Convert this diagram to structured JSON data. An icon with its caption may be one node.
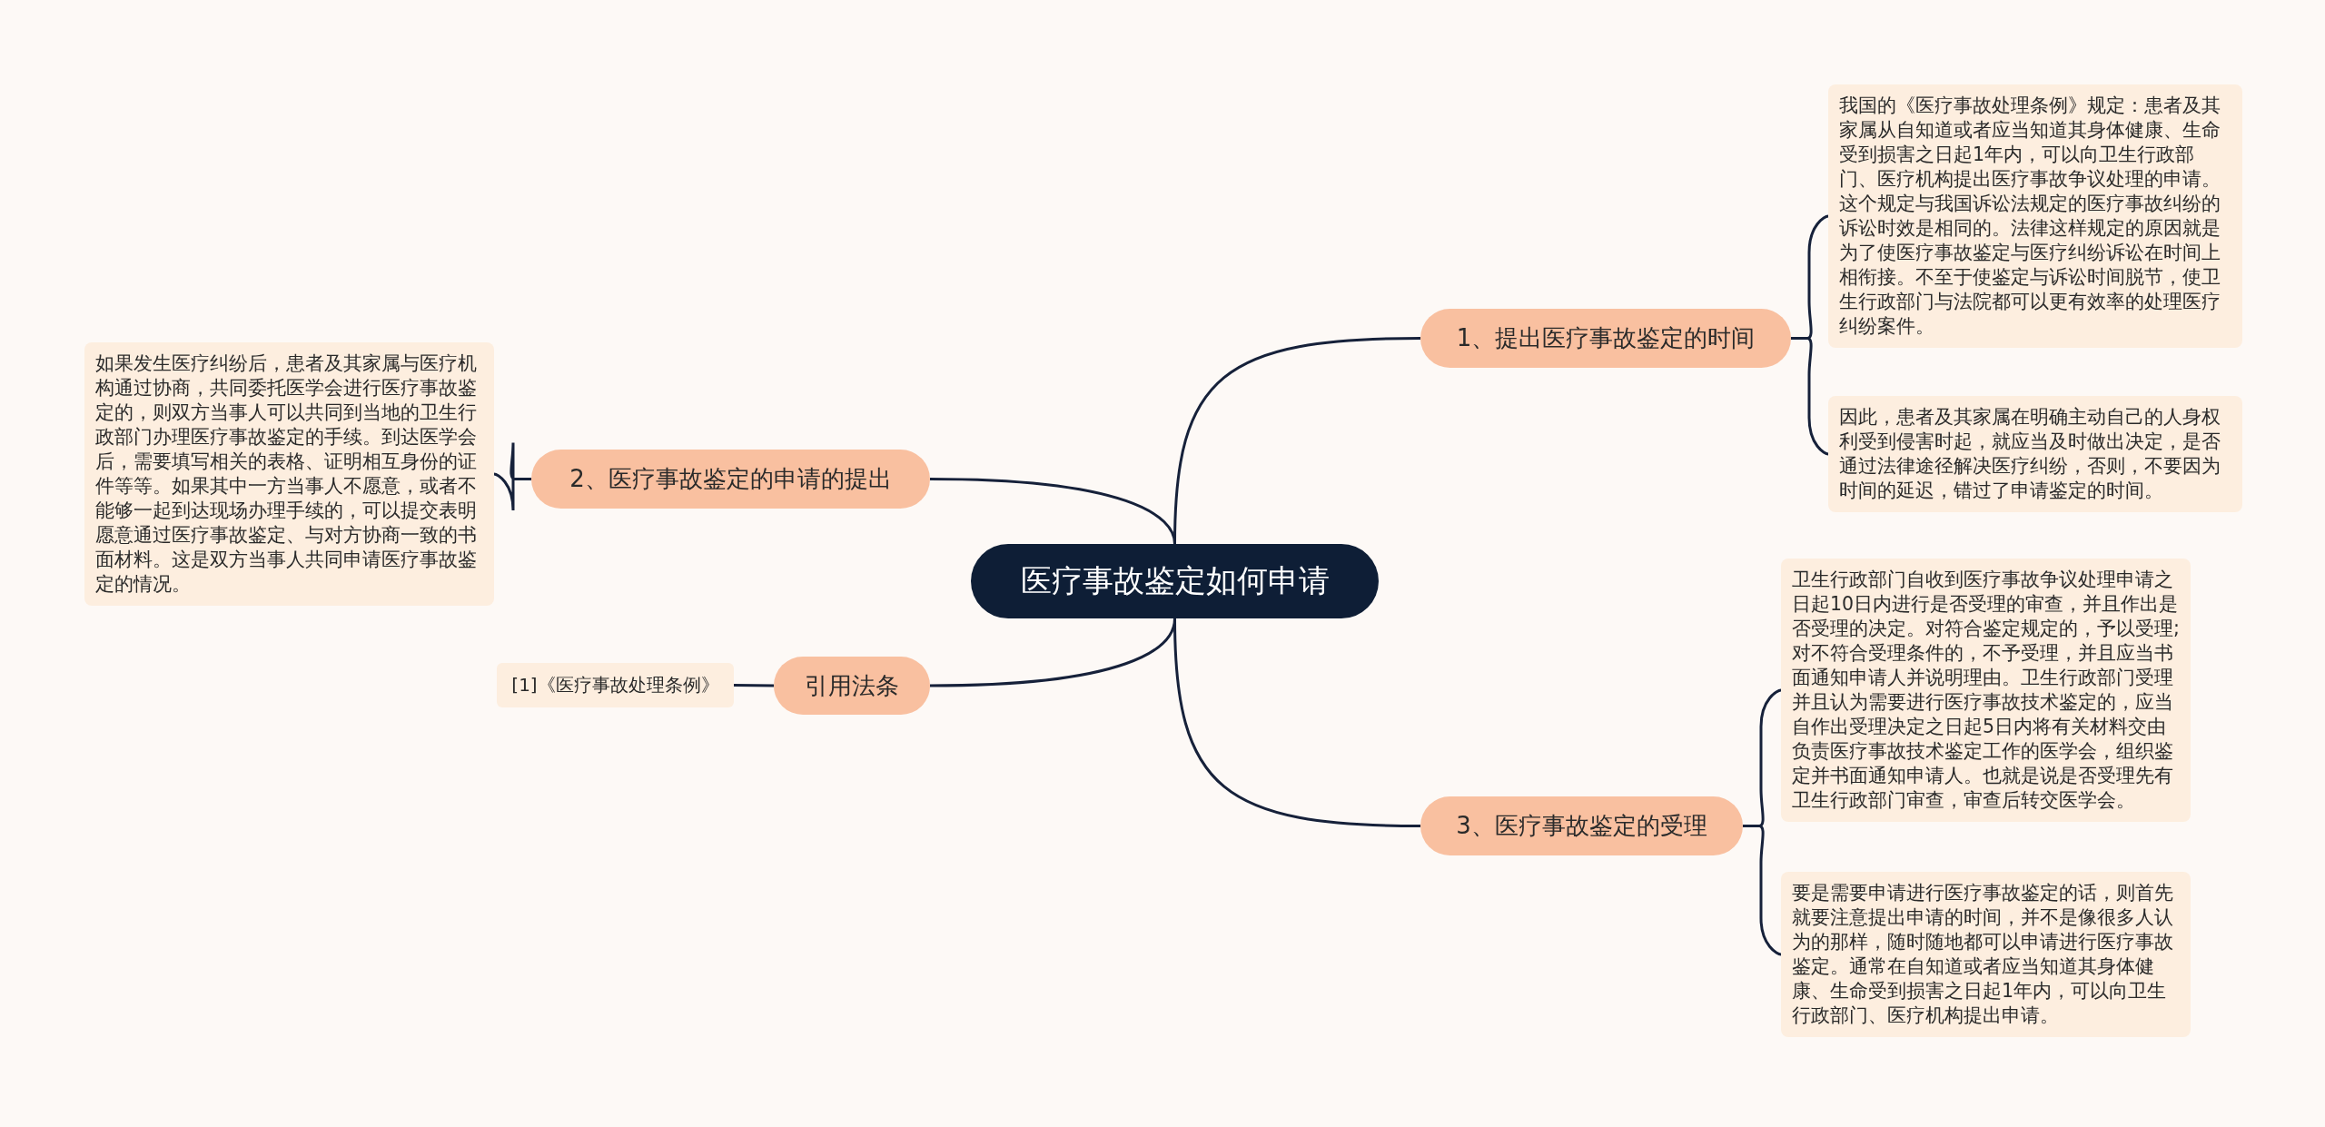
{
  "diagram": {
    "nodes": [
      {
        "text": [
          "医疗事故鉴定如何申请"
        ]
      },
      {
        "text": [
          "1、提出医疗事故鉴定的时间"
        ]
      },
      {
        "text": [
          "我国的《医疗事故处理条例》规定：患者及其家属从自知道或者应当知道其身体健康、生命受到损害之日起1年内，可以向卫生行政部门、医疗机构提出医疗事故争议处理的申请。这个规定与我国诉讼法规定的医疗事故纠纷的诉讼时效是相同的。法律这样规定的原因就是为了使医疗事故鉴定与医疗纠纷诉讼在时间上相衔接。不至于使鉴定与诉讼时间脱节，使卫生行政部门与法院都可以更有效率的处理医疗纠纷案件。"
        ]
      },
      {
        "text": [
          "因此，患者及其家属在明确主动自己的人身权利受到侵害时起，就应当及时做出决定，是否通过法律途径解决医疗纠纷，否则，不要因为时间的延迟，错过了申请鉴定的时间。"
        ]
      },
      {
        "text": [
          "2、医疗事故鉴定的申请的提出"
        ]
      },
      {
        "text": [
          "如果发生医疗纠纷后，患者及其家属与医疗机构通过协商，共同委托医学会进行医疗事故鉴定的，则双方当事人可以共同到当地的卫生行政部门办理医疗事故鉴定的手续。到达医学会后，需要填写相关的表格、证明相互身份的证件等等。如果其中一方当事人不愿意，或者不能够一起到达现场办理手续的，可以提交表明愿意通过医疗事故鉴定、与对方协商一致的书面材料。这是双方当事人共同申请医疗事故鉴定的情况。"
        ]
      },
      {
        "text": [
          "3、医疗事故鉴定的受理"
        ]
      },
      {
        "text": [
          "卫生行政部门自收到医疗事故争议处理申请之日起10日内进行是否受理的审查，并且作出是否受理的决定。对符合鉴定规定的，予以受理;对不符合受理条件的，不予受理，并且应当书面通知申请人并说明理由。卫生行政部门受理并且认为需要进行医疗事故技术鉴定的，应当自作出受理决定之日起5日内将有关材料交由负责医疗事故技术鉴定工作的医学会，组织鉴定并书面通知申请人。也就是说是否受理先有卫生行政部门审查，审查后转交医学会。"
        ]
      },
      {
        "text": [
          "要是需要申请进行医疗事故鉴定的话，则首先就要注意提出申请的时间，并不是像很多人认为的那样，随时随地都可以申请进行医疗事故鉴定。通常在自知道或者应当知道其身体健康、生命受到损害之日起1年内，可以向卫生行政部门、医疗机构提出申请。"
        ]
      },
      {
        "text": [
          "引用法条"
        ]
      },
      {
        "text": [
          "[1]《医疗事故处理条例》"
        ]
      }
    ],
    "edges": [
      {
        "from": 0,
        "to": 1,
        "arrow": "none"
      },
      {
        "from": 1,
        "to": 2,
        "arrow": "none"
      },
      {
        "from": 1,
        "to": 3,
        "arrow": "none"
      },
      {
        "from": 0,
        "to": 4,
        "arrow": "none"
      },
      {
        "from": 4,
        "to": 5,
        "arrow": "none"
      },
      {
        "from": 0,
        "to": 6,
        "arrow": "none"
      },
      {
        "from": 6,
        "to": 7,
        "arrow": "none"
      },
      {
        "from": 6,
        "to": 8,
        "arrow": "none"
      },
      {
        "from": 0,
        "to": 9,
        "arrow": "none"
      },
      {
        "from": 9,
        "to": 10,
        "arrow": "none"
      }
    ]
  }
}
